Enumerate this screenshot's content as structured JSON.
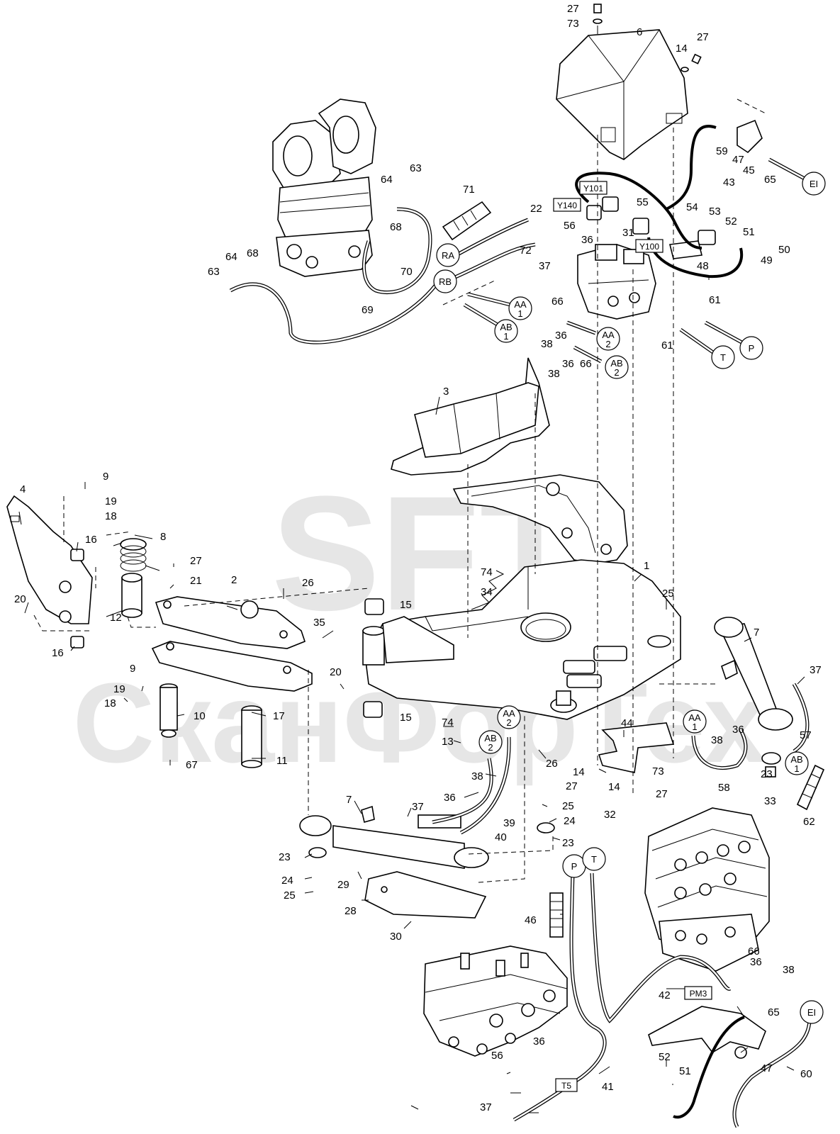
{
  "watermark": {
    "line1": "SFT",
    "line2": "СканФорТех"
  },
  "part_numbers": [
    {
      "n": "27"
    },
    {
      "n": "73"
    },
    {
      "n": "6"
    },
    {
      "n": "14"
    },
    {
      "n": "27"
    },
    {
      "n": "59"
    },
    {
      "n": "47"
    },
    {
      "n": "45"
    },
    {
      "n": "43"
    },
    {
      "n": "65"
    },
    {
      "n": "63"
    },
    {
      "n": "64"
    },
    {
      "n": "68"
    },
    {
      "n": "71"
    },
    {
      "n": "22"
    },
    {
      "n": "56"
    },
    {
      "n": "36"
    },
    {
      "n": "31"
    },
    {
      "n": "55"
    },
    {
      "n": "54"
    },
    {
      "n": "53"
    },
    {
      "n": "52"
    },
    {
      "n": "51"
    },
    {
      "n": "50"
    },
    {
      "n": "49"
    },
    {
      "n": "48"
    },
    {
      "n": "64"
    },
    {
      "n": "68"
    },
    {
      "n": "63"
    },
    {
      "n": "70"
    },
    {
      "n": "72"
    },
    {
      "n": "37"
    },
    {
      "n": "69"
    },
    {
      "n": "66"
    },
    {
      "n": "61"
    },
    {
      "n": "61"
    },
    {
      "n": "38"
    },
    {
      "n": "36"
    },
    {
      "n": "38"
    },
    {
      "n": "36"
    },
    {
      "n": "66"
    },
    {
      "n": "3"
    },
    {
      "n": "4"
    },
    {
      "n": "9"
    },
    {
      "n": "19"
    },
    {
      "n": "18"
    },
    {
      "n": "16"
    },
    {
      "n": "8"
    },
    {
      "n": "27"
    },
    {
      "n": "21"
    },
    {
      "n": "2"
    },
    {
      "n": "26"
    },
    {
      "n": "20"
    },
    {
      "n": "12"
    },
    {
      "n": "16"
    },
    {
      "n": "74"
    },
    {
      "n": "34"
    },
    {
      "n": "1"
    },
    {
      "n": "25"
    },
    {
      "n": "15"
    },
    {
      "n": "35"
    },
    {
      "n": "7"
    },
    {
      "n": "37"
    },
    {
      "n": "9"
    },
    {
      "n": "20"
    },
    {
      "n": "19"
    },
    {
      "n": "18"
    },
    {
      "n": "10"
    },
    {
      "n": "17"
    },
    {
      "n": "15"
    },
    {
      "n": "74"
    },
    {
      "n": "13"
    },
    {
      "n": "44"
    },
    {
      "n": "36"
    },
    {
      "n": "38"
    },
    {
      "n": "57"
    },
    {
      "n": "11"
    },
    {
      "n": "67"
    },
    {
      "n": "26"
    },
    {
      "n": "14"
    },
    {
      "n": "73"
    },
    {
      "n": "23"
    },
    {
      "n": "27"
    },
    {
      "n": "14"
    },
    {
      "n": "27"
    },
    {
      "n": "58"
    },
    {
      "n": "33"
    },
    {
      "n": "38"
    },
    {
      "n": "36"
    },
    {
      "n": "32"
    },
    {
      "n": "62"
    },
    {
      "n": "7"
    },
    {
      "n": "37"
    },
    {
      "n": "25"
    },
    {
      "n": "24"
    },
    {
      "n": "39"
    },
    {
      "n": "40"
    },
    {
      "n": "23"
    },
    {
      "n": "23"
    },
    {
      "n": "24"
    },
    {
      "n": "25"
    },
    {
      "n": "29"
    },
    {
      "n": "28"
    },
    {
      "n": "46"
    },
    {
      "n": "30"
    },
    {
      "n": "66"
    },
    {
      "n": "36"
    },
    {
      "n": "38"
    },
    {
      "n": "42"
    },
    {
      "n": "65"
    },
    {
      "n": "36"
    },
    {
      "n": "56"
    },
    {
      "n": "52"
    },
    {
      "n": "51"
    },
    {
      "n": "47"
    },
    {
      "n": "60"
    },
    {
      "n": "37"
    },
    {
      "n": "41"
    }
  ],
  "connector_boxes": [
    {
      "t": "Y101"
    },
    {
      "t": "Y140"
    },
    {
      "t": "Y100"
    },
    {
      "t": "PM3"
    },
    {
      "t": "T5"
    }
  ],
  "port_circles": [
    {
      "t": "EI",
      "sub": ""
    },
    {
      "t": "RA",
      "sub": ""
    },
    {
      "t": "RB",
      "sub": ""
    },
    {
      "t": "AA",
      "sub": "1"
    },
    {
      "t": "AB",
      "sub": "1"
    },
    {
      "t": "AA",
      "sub": "2"
    },
    {
      "t": "AB",
      "sub": "2"
    },
    {
      "t": "T",
      "sub": ""
    },
    {
      "t": "P",
      "sub": ""
    },
    {
      "t": "AA",
      "sub": "2"
    },
    {
      "t": "AB",
      "sub": "2"
    },
    {
      "t": "AA",
      "sub": "1"
    },
    {
      "t": "AB",
      "sub": "1"
    },
    {
      "t": "P",
      "sub": ""
    },
    {
      "t": "T",
      "sub": ""
    },
    {
      "t": "EI",
      "sub": ""
    }
  ]
}
